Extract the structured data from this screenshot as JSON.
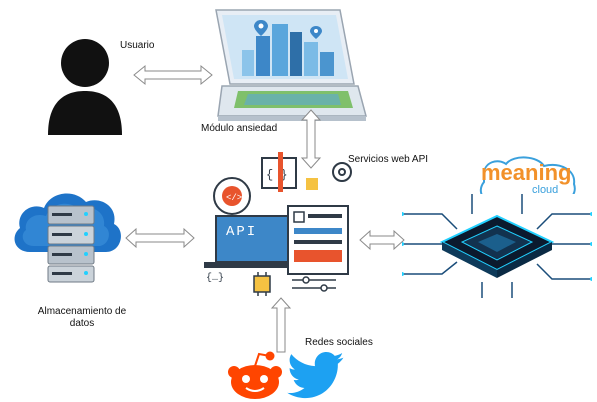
{
  "labels": {
    "user": "Usuario",
    "module": "Módulo ansiedad",
    "api_services": "Servicios web API",
    "storage_line1": "Almacenamiento de",
    "storage_line2": "datos",
    "social": "Redes sociales"
  },
  "api_screen_text": "API",
  "brand": {
    "name": "meaning",
    "sub": "cloud",
    "colors": {
      "orange": "#f2912a",
      "blue": "#3aa0dc"
    }
  },
  "colors": {
    "user": "#111111",
    "arrow": "#ffffff",
    "arrow_stroke": "#8a8a8a",
    "cloud": "#1e73c8",
    "server": "#b8c2cc",
    "api_blue": "#3d87c8",
    "reddit": "#ff4500",
    "twitter": "#1da1f2",
    "chip_bg": "#0b1a2e",
    "chip_glow": "#22d0ff"
  },
  "icons": {
    "user": "user-silhouette-icon",
    "laptop": "laptop-city-icon",
    "cloud_db": "cloud-database-icon",
    "api": "api-settings-icon",
    "chip": "circuit-chip-icon",
    "reddit": "reddit-icon",
    "twitter": "twitter-icon"
  }
}
